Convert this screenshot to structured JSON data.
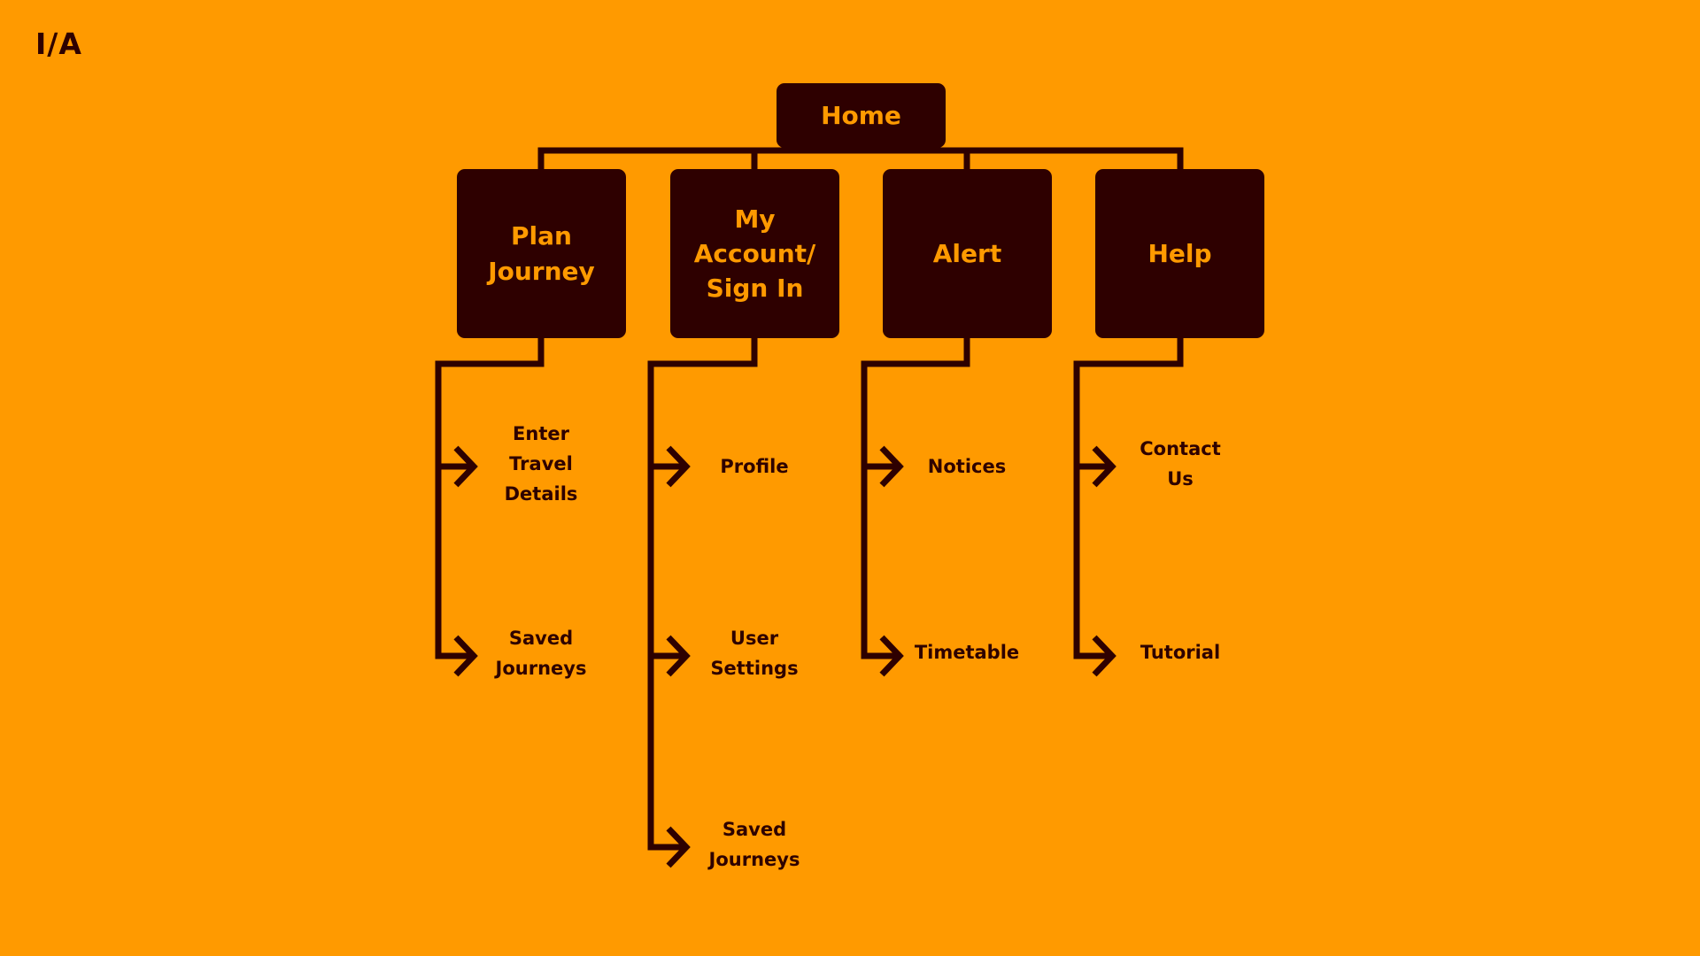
{
  "page": {
    "title": "I/A"
  },
  "colors": {
    "background": "#FF9A00",
    "node_fill": "#2E0000",
    "node_text": "#FF9A00",
    "line": "#2E0000"
  },
  "tree": {
    "root": {
      "label": "Home"
    },
    "sections": [
      {
        "key": "plan-journey",
        "label": "Plan\nJourney",
        "children": [
          "Enter\nTravel\nDetails",
          "Saved\nJourneys"
        ]
      },
      {
        "key": "my-account",
        "label": "My\nAccount/\nSign In",
        "children": [
          "Profile",
          "User\nSettings",
          "Saved\nJourneys"
        ]
      },
      {
        "key": "alert",
        "label": "Alert",
        "children": [
          "Notices",
          "Timetable"
        ]
      },
      {
        "key": "help",
        "label": "Help",
        "children": [
          "Contact\nUs",
          "Tutorial"
        ]
      }
    ]
  }
}
